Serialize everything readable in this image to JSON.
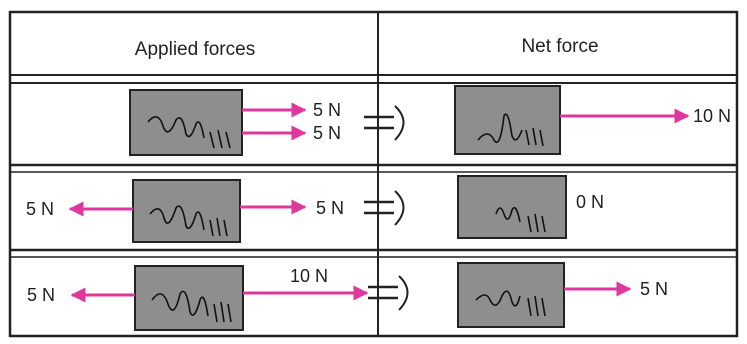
{
  "header": {
    "applied_label": "Applied forces",
    "net_label": "Net force"
  },
  "rows": [
    {
      "applied": {
        "left_label": "",
        "right_labels": [
          "5 N",
          "5 N"
        ]
      },
      "net": {
        "label": "10 N"
      }
    },
    {
      "applied": {
        "left_label": "5 N",
        "right_labels": [
          "5 N"
        ]
      },
      "net": {
        "label": "0 N"
      }
    },
    {
      "applied": {
        "left_label": "5 N",
        "right_labels": [
          "10 N"
        ]
      },
      "net": {
        "label": "5 N"
      }
    }
  ],
  "colors": {
    "arrow": "#e0379c",
    "block_fill": "#8e8e8e",
    "border": "#222222"
  }
}
